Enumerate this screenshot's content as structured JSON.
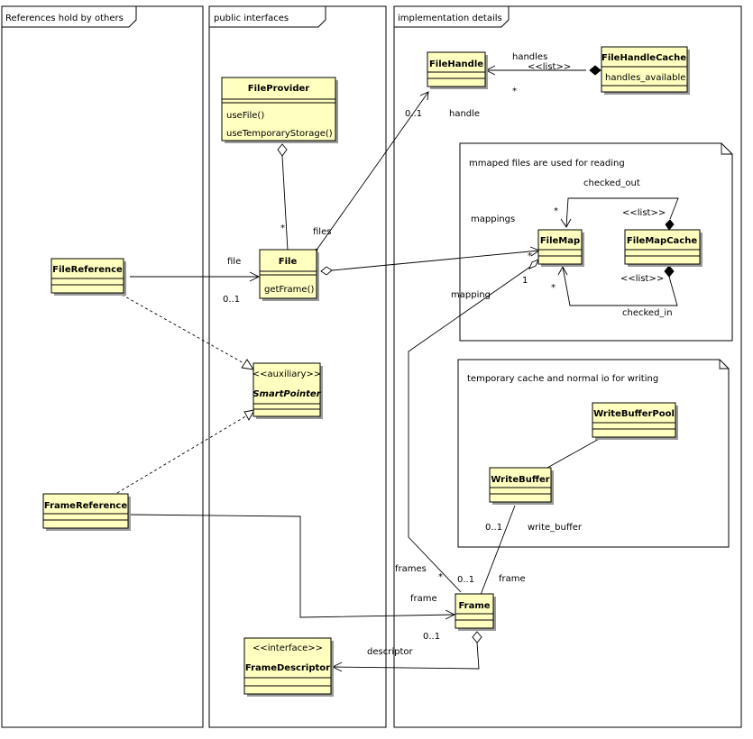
{
  "packages": {
    "refs": "References hold by others",
    "public": "public interfaces",
    "impl": "implementation details"
  },
  "notes": {
    "reading": "mmaped files are used for reading",
    "writing": "temporary cache and normal io for writing"
  },
  "classes": {
    "file_provider": {
      "name": "FileProvider",
      "ops": [
        "useFile()",
        "useTemporaryStorage()"
      ]
    },
    "file": {
      "name": "File",
      "ops": [
        "getFrame()"
      ]
    },
    "smart_pointer": {
      "stereotype": "<<auxiliary>>",
      "name": "SmartPointer"
    },
    "frame_descriptor": {
      "stereotype": "<<interface>>",
      "name": "FrameDescriptor"
    },
    "file_reference": {
      "name": "FileReference"
    },
    "frame_reference": {
      "name": "FrameReference"
    },
    "file_handle": {
      "name": "FileHandle"
    },
    "file_handle_cache": {
      "name": "FileHandleCache",
      "attrs": [
        "handles_available"
      ]
    },
    "file_map": {
      "name": "FileMap"
    },
    "file_map_cache": {
      "name": "FileMapCache"
    },
    "write_buffer_pool": {
      "name": "WriteBufferPool"
    },
    "write_buffer": {
      "name": "WriteBuffer"
    },
    "frame": {
      "name": "Frame"
    }
  },
  "labels": {
    "handles": "handles",
    "handles_list": "<<list>>",
    "handles_mult": "*",
    "handle": "handle",
    "handle_mult": "0..1",
    "provider_file_mult": "*",
    "files": "files",
    "file_role": "file",
    "file_mult": "0..1",
    "checked_out": "checked_out",
    "checked_out_list": "<<list>>",
    "checked_out_mult": "*",
    "mappings": "mappings",
    "mappings_mult": "*",
    "checked_in": "checked_in",
    "checked_in_list": "<<list>>",
    "checked_in_mult": "*",
    "mapping": "mapping",
    "mapping_mult": "1",
    "write_buffer_role": "write_buffer",
    "write_buffer_mult": "0..1",
    "frames": "frames",
    "frames_mult": "*",
    "frame_role_wb": "frame",
    "frame_mult_wb": "0..1",
    "frame_role_ref": "frame",
    "descriptor": "descriptor",
    "descriptor_mult": "0..1"
  }
}
